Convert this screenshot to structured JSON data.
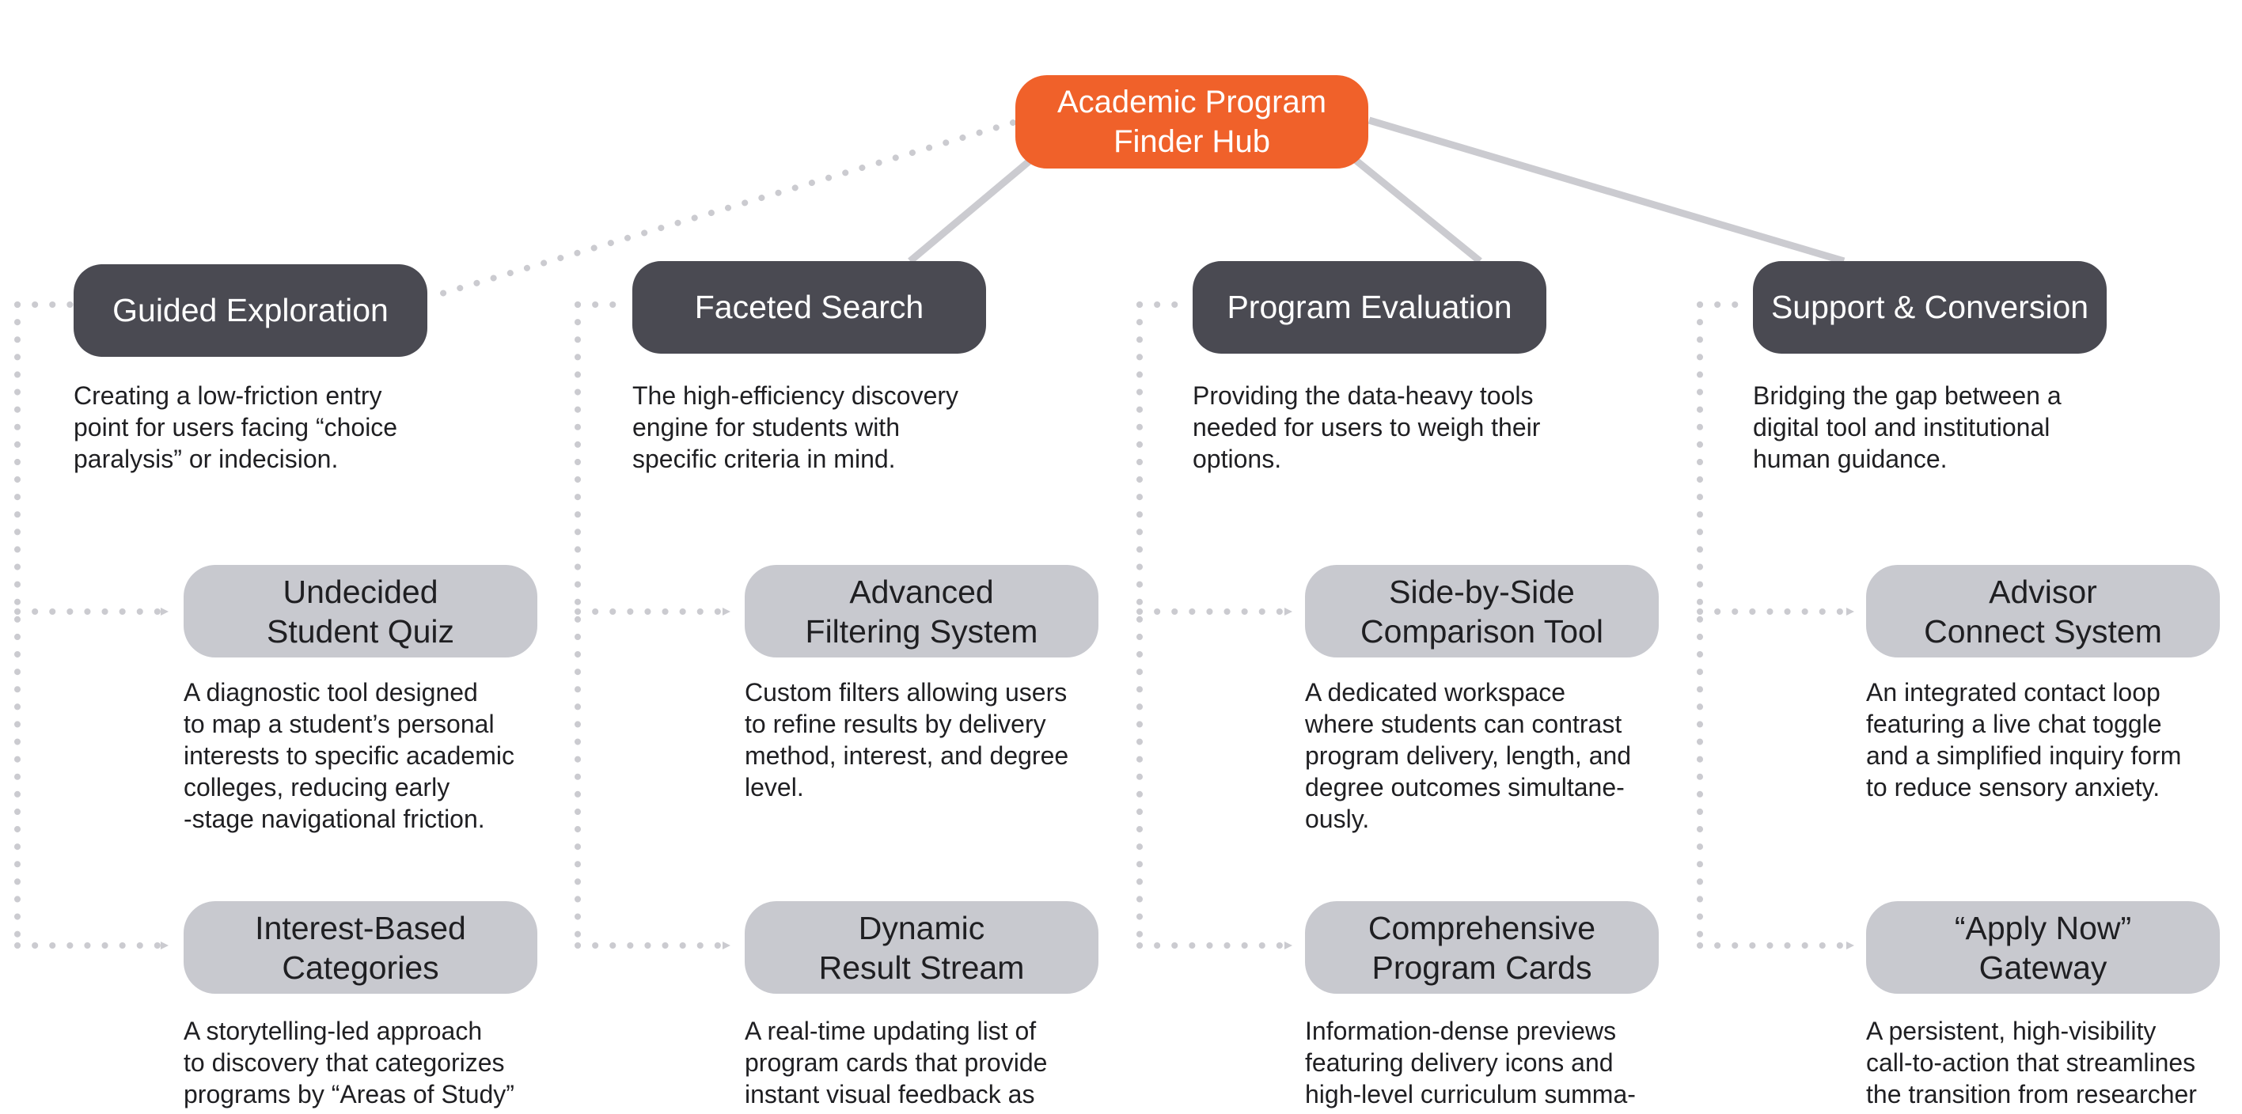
{
  "colors": {
    "root": "#f0612a",
    "category": "#4a4a52",
    "feature": "#c8c9cf",
    "connector": "#cbcbd0"
  },
  "root": {
    "label": "Academic Program\nFinder Hub"
  },
  "categories": [
    {
      "title": "Guided Exploration",
      "description": "Creating a low-friction entry\npoint for users facing “choice\nparalysis” or indecision.",
      "features": [
        {
          "title": "Undecided\nStudent Quiz",
          "description": "A diagnostic tool designed\nto map a student’s personal\ninterests to specific academic\ncolleges, reducing early\n-stage navigational friction."
        },
        {
          "title": "Interest-Based\nCategories",
          "description": "A storytelling-led approach\nto discovery that categorizes\nprograms by “Areas of Study”"
        }
      ]
    },
    {
      "title": "Faceted Search",
      "description": "The high-efficiency discovery\nengine for students with\nspecific criteria in mind.",
      "features": [
        {
          "title": "Advanced\nFiltering System",
          "description": "Custom filters allowing users\nto refine results by delivery\nmethod, interest, and degree\nlevel."
        },
        {
          "title": "Dynamic\nResult Stream",
          "description": "A real-time updating list of\nprogram cards that provide\ninstant visual feedback as"
        }
      ]
    },
    {
      "title": "Program Evaluation",
      "description": "Providing the data-heavy tools\nneeded for users to weigh their\noptions.",
      "features": [
        {
          "title": "Side-by-Side\nComparison Tool",
          "description": "A dedicated workspace\nwhere students can contrast\nprogram delivery, length, and\ndegree outcomes simultane-\nously."
        },
        {
          "title": "Comprehensive\nProgram Cards",
          "description": "Information-dense previews\nfeaturing delivery icons and\nhigh-level curriculum summa-"
        }
      ]
    },
    {
      "title": "Support & Conversion",
      "description": "Bridging the gap between a\ndigital tool and institutional\nhuman guidance.",
      "features": [
        {
          "title": "Advisor\nConnect System",
          "description": "An integrated contact loop\nfeaturing a live chat toggle\nand a simplified inquiry form\nto reduce sensory anxiety."
        },
        {
          "title": "“Apply Now”\nGateway",
          "description": "A persistent, high-visibility\ncall-to-action that streamlines\nthe transition from researcher"
        }
      ]
    }
  ]
}
